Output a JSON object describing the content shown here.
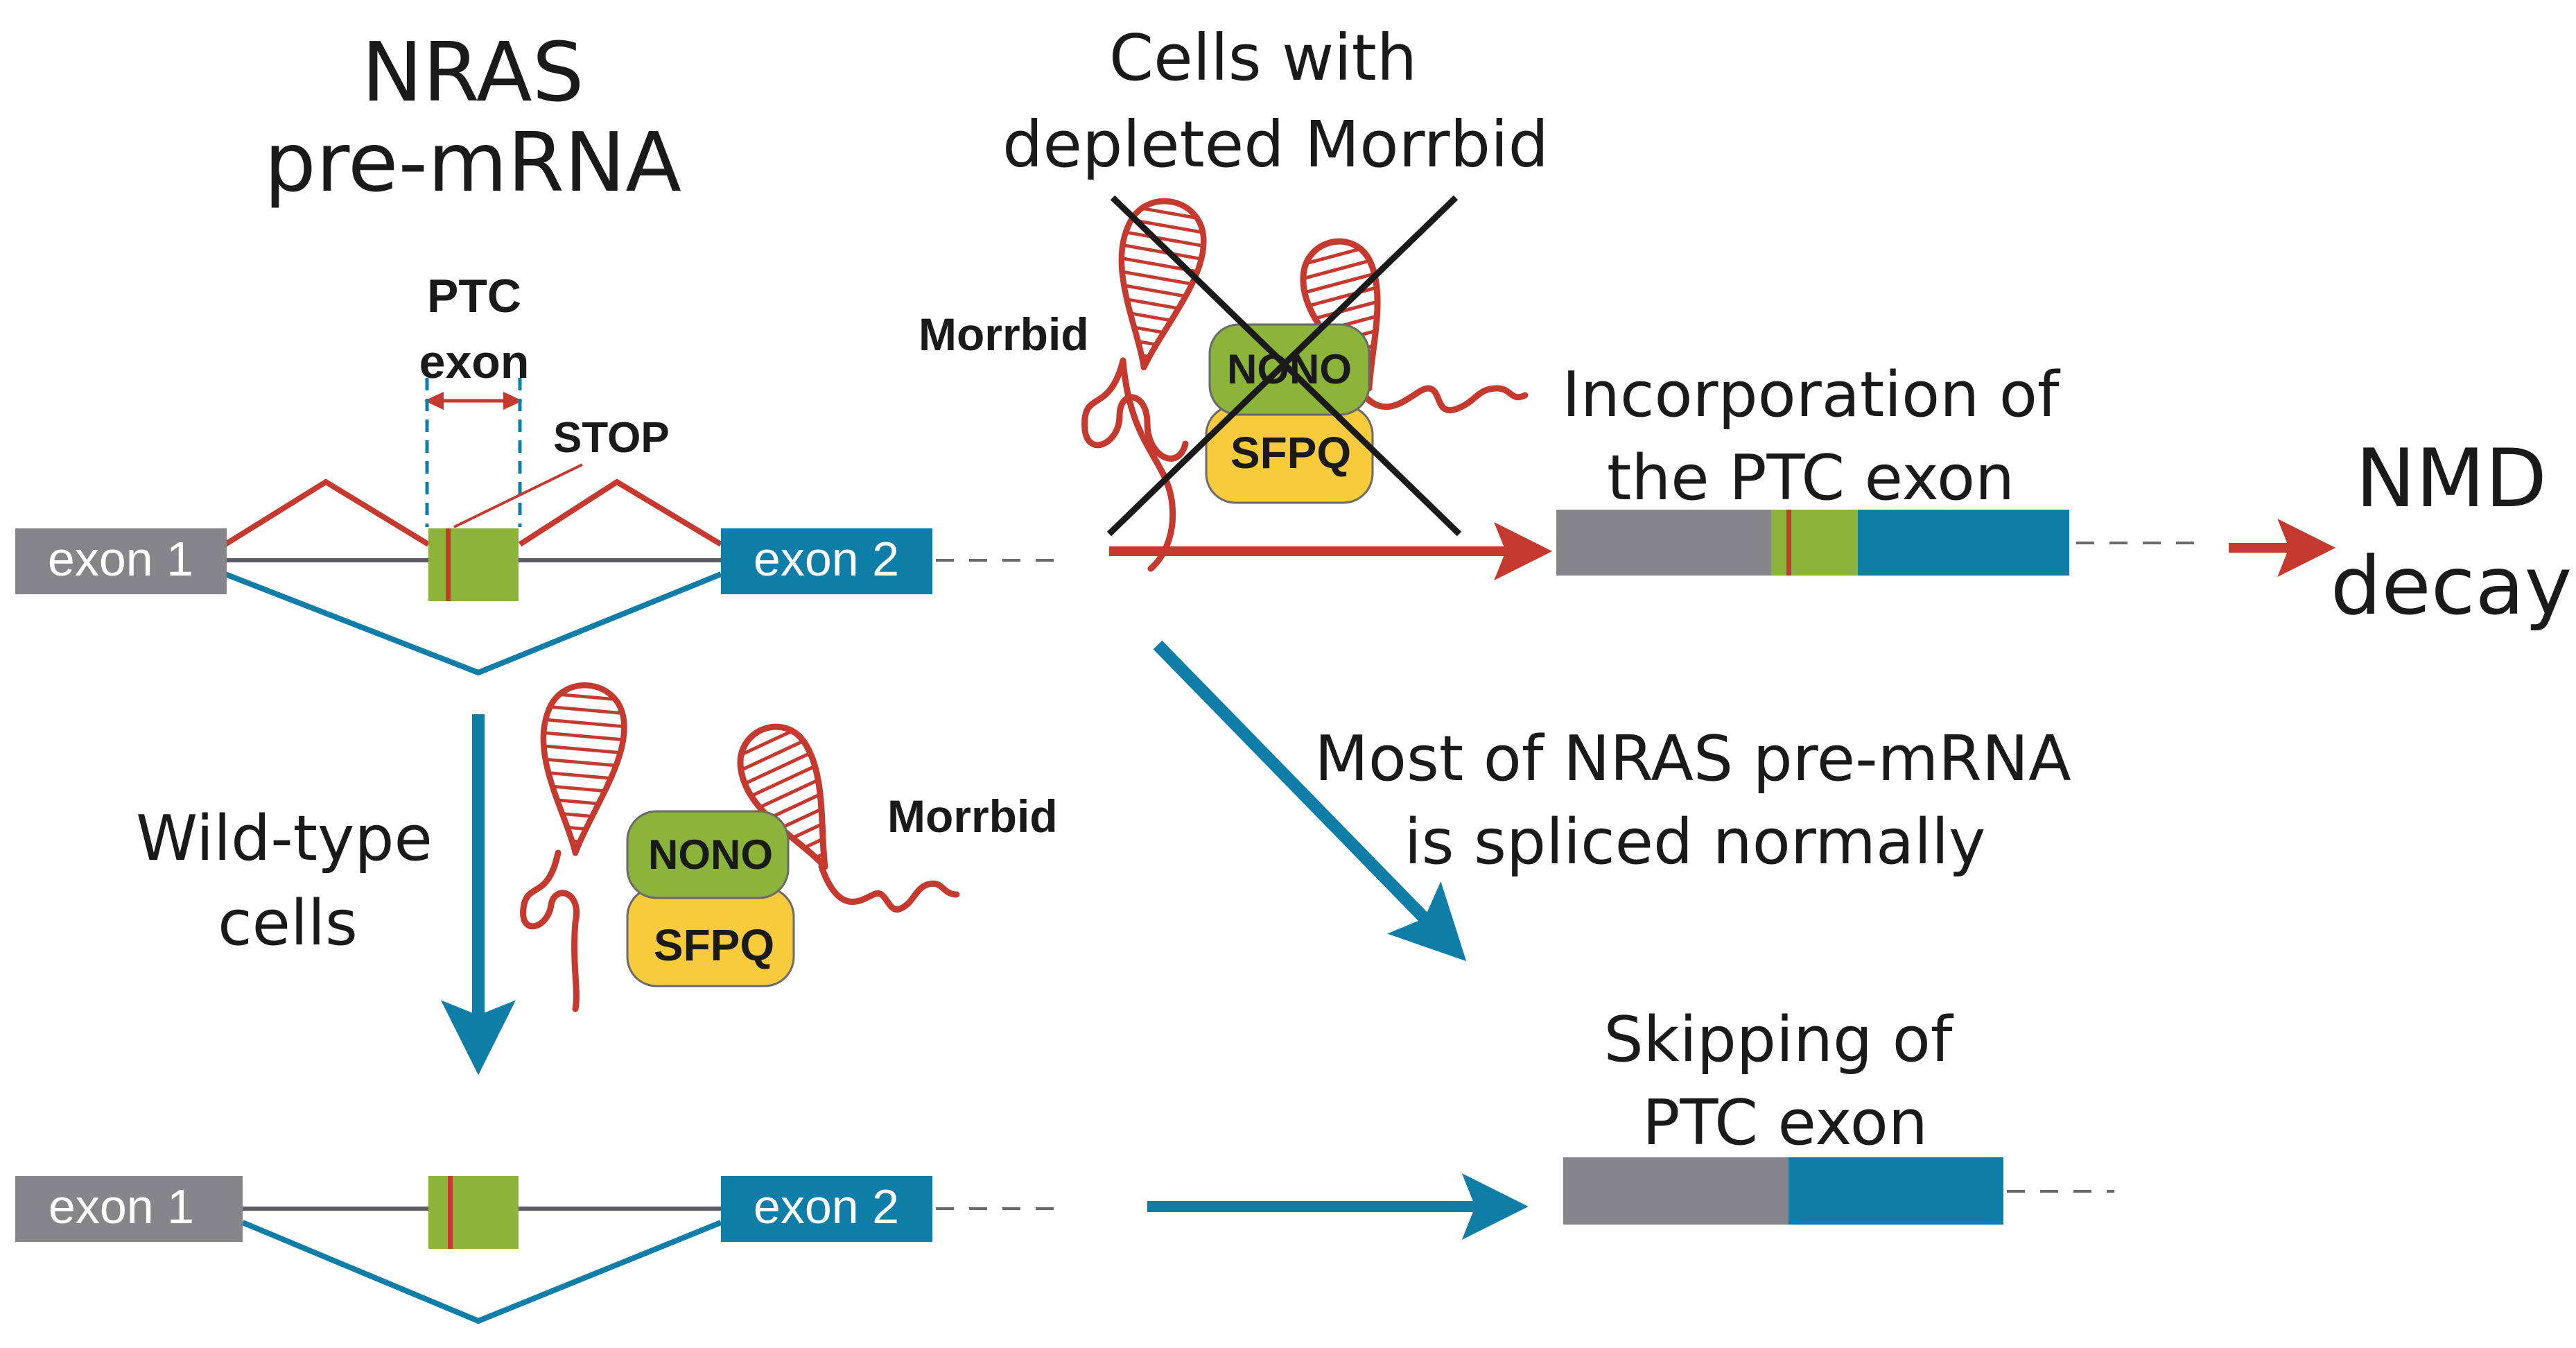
{
  "title": {
    "line1": "NRAS",
    "line2": "pre-mRNA"
  },
  "ptc_exon": {
    "line1": "PTC",
    "line2": "exon",
    "stop": "STOP"
  },
  "exons": {
    "exon1": "exon 1",
    "exon2": "exon 2"
  },
  "proteins": {
    "nono": "NONO",
    "sfpq": "SFPQ"
  },
  "rna_label": "Morrbid",
  "depleted": {
    "line1": "Cells with",
    "line2": "depleted Morrbid"
  },
  "wildtype": {
    "line1": "Wild-type",
    "line2": "cells"
  },
  "incorporation": {
    "line1": "Incorporation of",
    "line2": "the PTC exon"
  },
  "nmd": {
    "line1": "NMD",
    "line2": "decay"
  },
  "normal": {
    "line1": "Most of NRAS pre-mRNA",
    "line2": "is spliced normally"
  },
  "skipping": {
    "line1": "Skipping of",
    "line2": "PTC exon"
  },
  "colors": {
    "red": "#c5392f",
    "blue": "#0e7ea8",
    "gray": "#86858a",
    "green": "#8cb43a",
    "yellow": "#f7cb3c",
    "dark": "#1a1a1a"
  }
}
